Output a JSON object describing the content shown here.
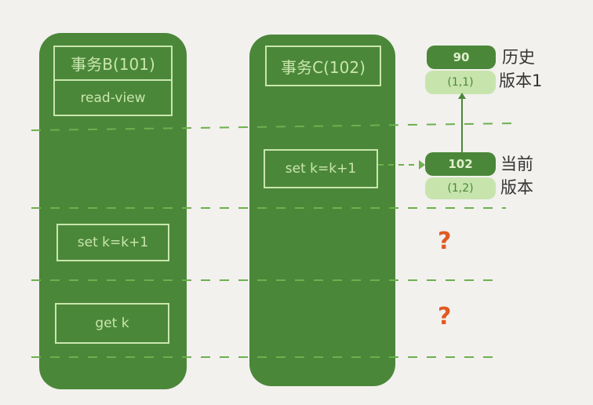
{
  "diagram": {
    "transaction_b": {
      "title": "事务B(101)",
      "read_view_label": "read-view",
      "operations": [
        "set k=k+1",
        "get k"
      ]
    },
    "transaction_c": {
      "title": "事务C(102)",
      "operations": [
        "set k=k+1"
      ]
    },
    "versions": {
      "history": {
        "value": "90",
        "meta": "(1,1)",
        "label_line1": "历史",
        "label_line2": "版本1"
      },
      "current": {
        "value": "102",
        "meta": "(1,2)",
        "label_line1": "当前",
        "label_line2": "版本"
      }
    },
    "questions": [
      "?",
      "?"
    ],
    "colors": {
      "panel": "#4b8739",
      "text_light": "#c9e6ad",
      "version_bottom": "#c7e4ad",
      "dash": "#6eb04f",
      "question": "#e05a22",
      "background": "#f2f1ee"
    }
  }
}
